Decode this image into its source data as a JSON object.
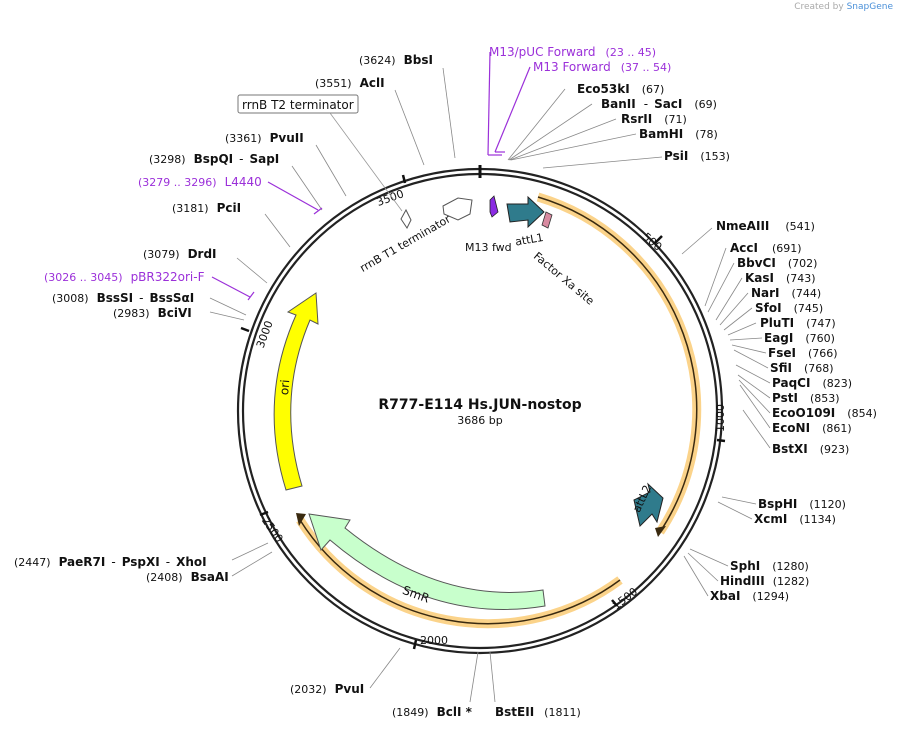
{
  "credit": {
    "prefix": "Created by",
    "brand": "SnapGene"
  },
  "title": "R777-E114 Hs.JUN-nostop",
  "length_label": "3686 bp",
  "sites": [
    {
      "pos": "(3624)",
      "name": "BbsI"
    },
    {
      "pos": "(3551)",
      "name": "AclI"
    },
    {
      "pos": "(3361)",
      "name": "PvuII"
    },
    {
      "pos": "(3298)",
      "name": "BspQI",
      "name2": "SapI"
    },
    {
      "pos": "(3181)",
      "name": "PciI"
    },
    {
      "pos": "(3079)",
      "name": "DrdI"
    },
    {
      "pos": "(3008)",
      "name": "BssSI",
      "name2": "BssSαI"
    },
    {
      "pos": "(2983)",
      "name": "BciVI"
    },
    {
      "pos": "(2447)",
      "name": "PaeR7I",
      "name2": "PspXI",
      "name3": "XhoI"
    },
    {
      "pos": "(2408)",
      "name": "BsaAI"
    },
    {
      "pos": "(2032)",
      "name": "PvuI"
    },
    {
      "pos": "(1849)",
      "name": "BclI *"
    },
    {
      "pos": "(1811)",
      "name": "BstEII"
    },
    {
      "name": "Eco53kI",
      "pos": "(67)"
    },
    {
      "name": "BanII",
      "name2": "SacI",
      "pos": "(69)"
    },
    {
      "name": "RsrII",
      "pos": "(71)"
    },
    {
      "name": "BamHI",
      "pos": "(78)"
    },
    {
      "name": "PsiI",
      "pos": "(153)"
    },
    {
      "name": "NmeAIII",
      "pos": "(541)"
    },
    {
      "name": "AccI",
      "pos": "(691)"
    },
    {
      "name": "BbvCI",
      "pos": "(702)"
    },
    {
      "name": "KasI",
      "pos": "(743)"
    },
    {
      "name": "NarI",
      "pos": "(744)"
    },
    {
      "name": "SfoI",
      "pos": "(745)"
    },
    {
      "name": "PluTI",
      "pos": "(747)"
    },
    {
      "name": "EagI",
      "pos": "(760)"
    },
    {
      "name": "FseI",
      "pos": "(766)"
    },
    {
      "name": "SfiI",
      "pos": "(768)"
    },
    {
      "name": "PaqCI",
      "pos": "(823)"
    },
    {
      "name": "PstI",
      "pos": "(853)"
    },
    {
      "name": "EcoO109I",
      "pos": "(854)"
    },
    {
      "name": "EcoNI",
      "pos": "(861)"
    },
    {
      "name": "BstXI",
      "pos": "(923)"
    },
    {
      "name": "BspHI",
      "pos": "(1120)"
    },
    {
      "name": "XcmI",
      "pos": "(1134)"
    },
    {
      "name": "SphI",
      "pos": "(1280)"
    },
    {
      "name": "HindIII",
      "pos": "(1282)"
    },
    {
      "name": "XbaI",
      "pos": "(1294)"
    }
  ],
  "primers": [
    {
      "name": "M13/pUC Forward",
      "pos": "(23 .. 45)"
    },
    {
      "name": "M13 Forward",
      "pos": "(37 .. 54)"
    },
    {
      "name": "L4440",
      "pos": "(3279 .. 3296)"
    },
    {
      "name": "pBR322ori-F",
      "pos": "(3026 .. 3045)"
    }
  ],
  "terminator_box": "rrnB T2 terminator",
  "features": {
    "rrnb_t1": "rrnB T1 terminator",
    "m13fwd": "M13 fwd",
    "attl1": "attL1",
    "factorxa": "Factor Xa site",
    "attl2": "attL2",
    "smr": "SmR",
    "ori": "ori"
  },
  "ticks": [
    "500",
    "1000",
    "1500",
    "2000",
    "2500",
    "3000",
    "3500"
  ],
  "colors": {
    "primer": "#9b30d9",
    "feature_teal": "#2f7b8c",
    "ori": "#ffff00",
    "smr": "#c8ffcc",
    "orf": "#f5a623"
  }
}
